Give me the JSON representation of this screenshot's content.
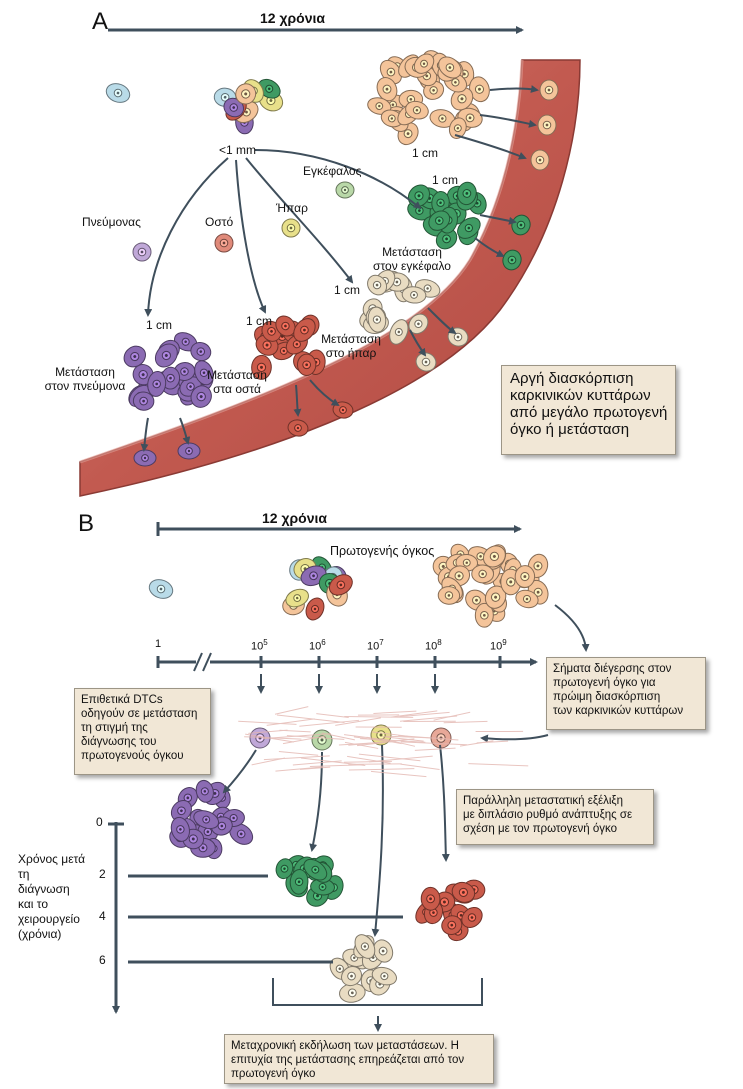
{
  "panel_a": {
    "letter": "A",
    "duration": "12 χρόνια",
    "small_size": "<1 mm",
    "size_1cm": "1 cm",
    "organs": {
      "lung": "Πνεύμονας",
      "bone": "Οστό",
      "liver": "Ήπαρ",
      "brain": "Εγκέφαλος"
    },
    "metastases": {
      "lung": [
        "Μετάσταση",
        "στον πνεύμονα"
      ],
      "bone": [
        "Μετάσταση",
        "στα οστά"
      ],
      "liver": [
        "Μετάσταση",
        "στο ήπαρ"
      ],
      "brain": [
        "Μετάσταση",
        "στον εγκέφαλο"
      ]
    },
    "note": [
      "Αργή διασκόρπιση",
      "καρκινικών κυττάρων",
      "από μεγάλο πρωτογενή",
      "όγκο ή μετάσταση"
    ]
  },
  "panel_b": {
    "letter": "B",
    "duration": "12 χρόνια",
    "primary_label": "Πρωτογενής όγκος",
    "ticks": [
      {
        "base": "1",
        "exp": ""
      },
      {
        "base": "10",
        "exp": "5"
      },
      {
        "base": "10",
        "exp": "6"
      },
      {
        "base": "10",
        "exp": "7"
      },
      {
        "base": "10",
        "exp": "8"
      },
      {
        "base": "10",
        "exp": "9"
      }
    ],
    "note_signals": [
      "Σήματα διέγερσης στον",
      "πρωτογενή όγκο για",
      "πρώιμη διασκόρπιση",
      "των καρκινικών κυττάρων"
    ],
    "note_dtcs": [
      "Επιθετικά DTCs",
      "οδηγούν σε μετάσταση",
      "τη στιγμή της",
      "διάγνωσης του",
      "πρωτογενούς όγκου"
    ],
    "note_parallel": [
      "Παράλληλη μεταστατική εξέλιξη",
      "με διπλάσιο ρυθμό ανάπτυξης σε",
      "σχέση με τον πρωτογενή όγκο"
    ],
    "axis_label": [
      "Χρόνος μετά",
      "τη",
      "διάγνωση",
      "και το",
      "χειρουργείο",
      "(χρόνια)"
    ],
    "axis_ticks": [
      "0",
      "2",
      "4",
      "6"
    ],
    "note_bottom": [
      "Μεταχρονική εκδήλωση των μεταστάσεων. Η",
      "επιτυχία της μετάστασης επηρεάζεται από τον",
      "πρωτογενή όγκο"
    ]
  },
  "colors": {
    "vessel": "#c96a5c",
    "lung": "#8b6bb3",
    "bone": "#c95a4a",
    "brain": "#3f9a63",
    "liver_dtc": "#e8e08a",
    "primary": "#f4c49a",
    "late": "#e9dcc2",
    "note_bg": "#f1e7d6",
    "arrow": "#3f4f5c"
  }
}
